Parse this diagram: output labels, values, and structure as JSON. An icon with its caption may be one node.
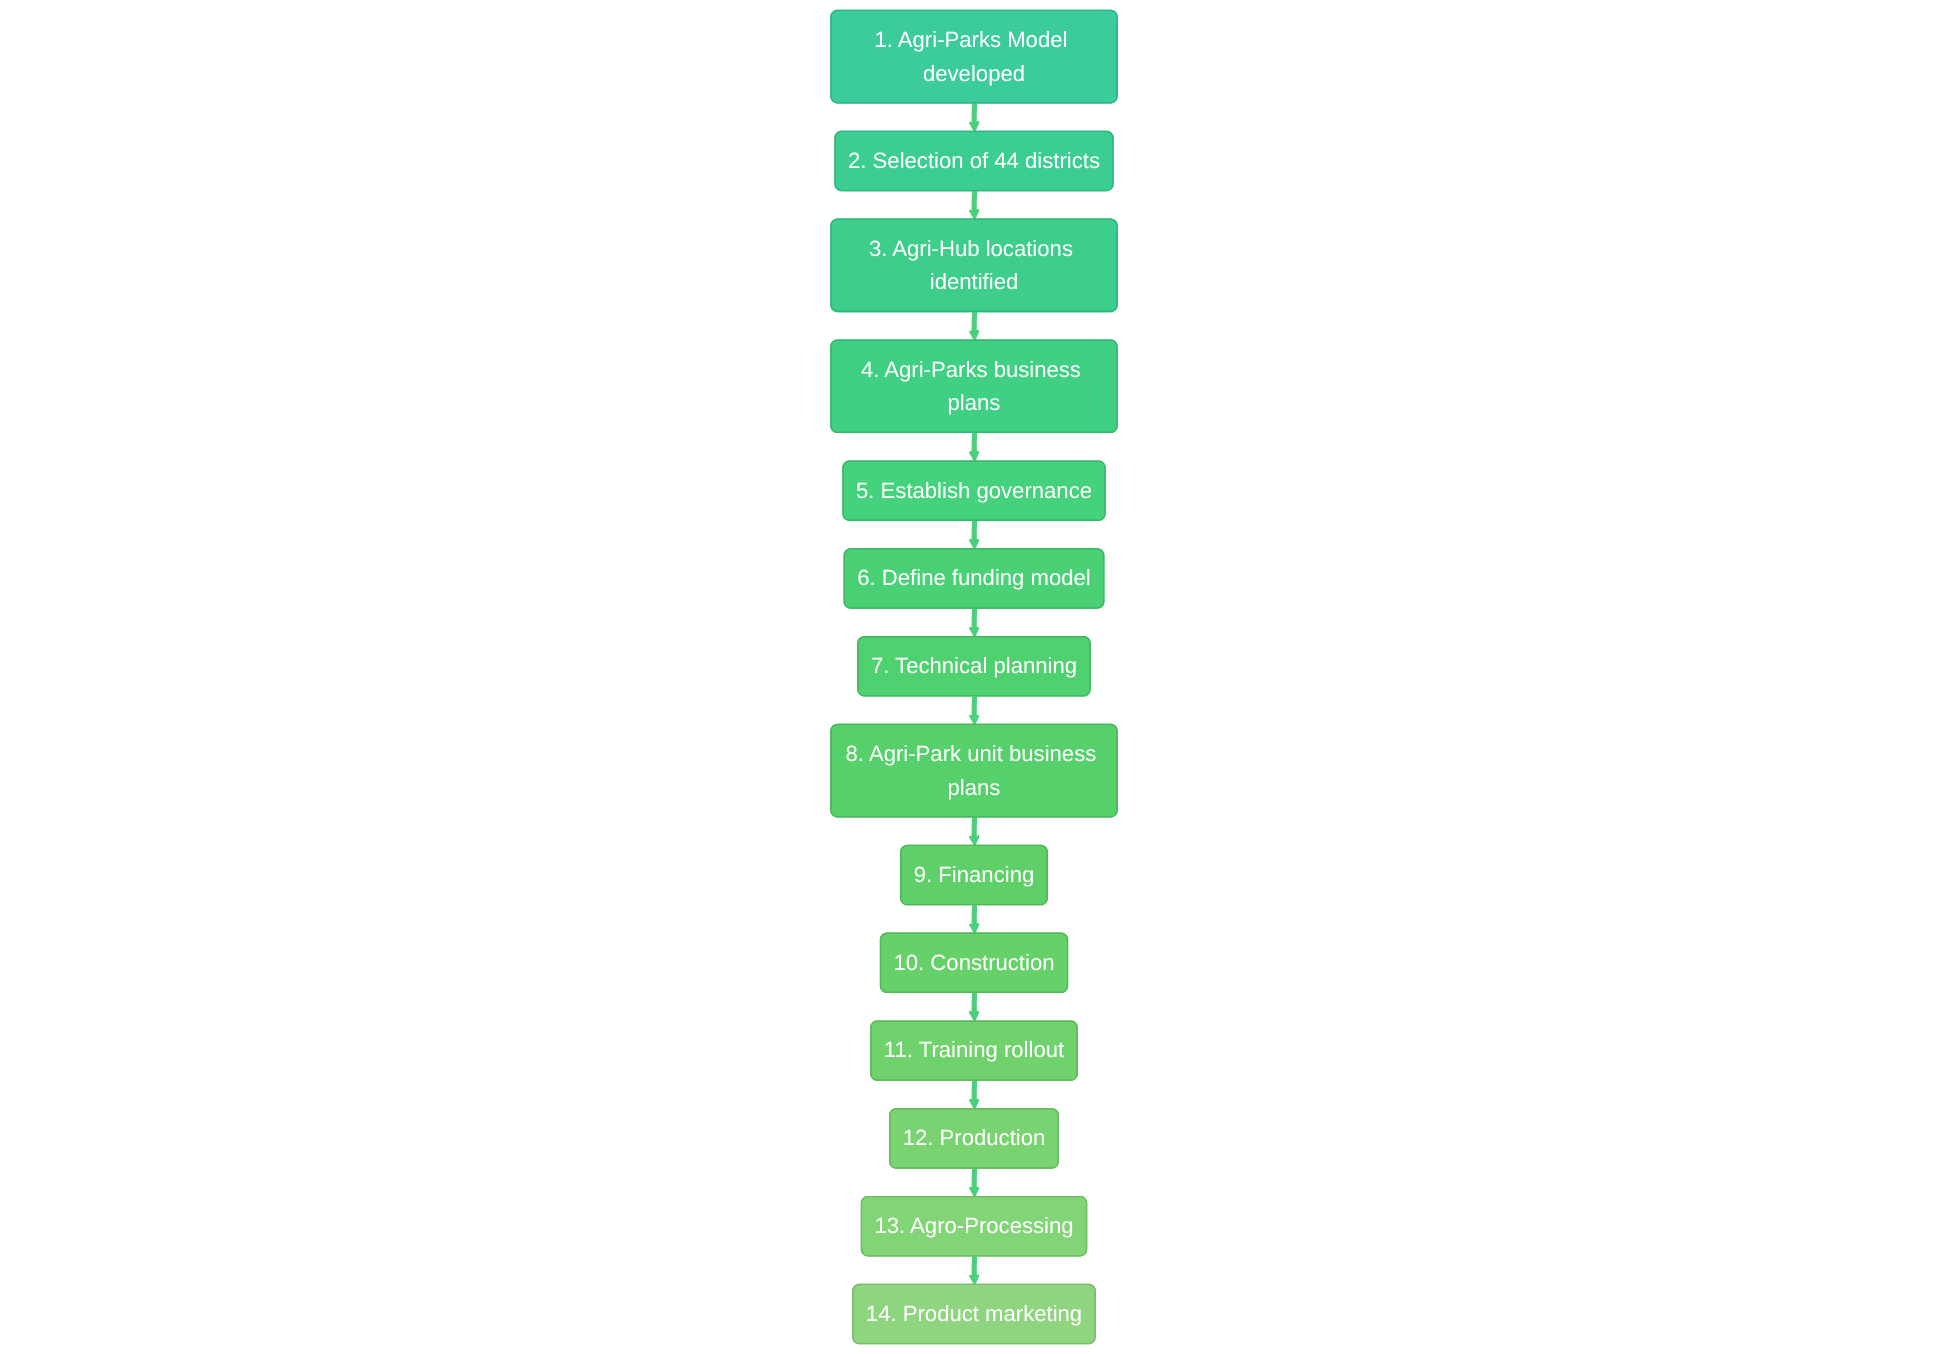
{
  "diagram": {
    "nodes": [
      {
        "text": [
          "1. Agri-Parks Model developed"
        ]
      },
      {
        "text": [
          "2. Selection of 44 districts"
        ]
      },
      {
        "text": [
          "3. Agri-Hub locations identified"
        ]
      },
      {
        "text": [
          "4. Agri-Parks business plans"
        ]
      },
      {
        "text": [
          "5. Establish governance"
        ]
      },
      {
        "text": [
          "6. Define funding model"
        ]
      },
      {
        "text": [
          "7. Technical planning"
        ]
      },
      {
        "text": [
          "8. Agri-Park unit business plans"
        ]
      },
      {
        "text": [
          "9. Financing"
        ]
      },
      {
        "text": [
          "10. Construction"
        ]
      },
      {
        "text": [
          "11. Training rollout"
        ]
      },
      {
        "text": [
          "12. Production"
        ]
      },
      {
        "text": [
          "13. Agro-Processing"
        ]
      },
      {
        "text": [
          "14. Product marketing"
        ]
      }
    ],
    "edges": [
      {
        "from": 0,
        "to": 1,
        "arrow": "to"
      },
      {
        "from": 1,
        "to": 2,
        "arrow": "to"
      },
      {
        "from": 2,
        "to": 3,
        "arrow": "to"
      },
      {
        "from": 3,
        "to": 4,
        "arrow": "to"
      },
      {
        "from": 4,
        "to": 5,
        "arrow": "to"
      },
      {
        "from": 5,
        "to": 6,
        "arrow": "to"
      },
      {
        "from": 6,
        "to": 7,
        "arrow": "to"
      },
      {
        "from": 7,
        "to": 8,
        "arrow": "to"
      },
      {
        "from": 8,
        "to": 9,
        "arrow": "to"
      },
      {
        "from": 9,
        "to": 10,
        "arrow": "to"
      },
      {
        "from": 10,
        "to": 11,
        "arrow": "to"
      },
      {
        "from": 11,
        "to": 12,
        "arrow": "to"
      },
      {
        "from": 12,
        "to": 13,
        "arrow": "to"
      }
    ]
  }
}
